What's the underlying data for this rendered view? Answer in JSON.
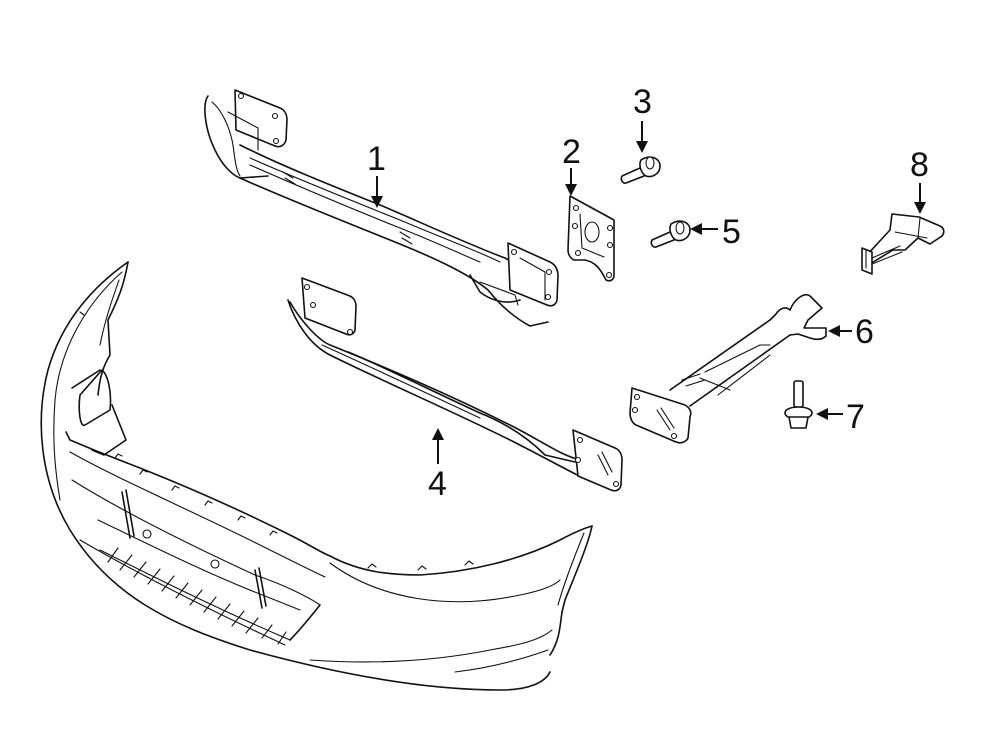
{
  "diagram": {
    "type": "exploded-parts-diagram",
    "line_color": "#111111",
    "background": "#ffffff",
    "callouts": [
      {
        "number": "1",
        "part": "reinforcement-beam"
      },
      {
        "number": "2",
        "part": "mounting-bracket-plate"
      },
      {
        "number": "3",
        "part": "bolt"
      },
      {
        "number": "4",
        "part": "lower-absorber-beam"
      },
      {
        "number": "5",
        "part": "bolt"
      },
      {
        "number": "6",
        "part": "support-bracket"
      },
      {
        "number": "7",
        "part": "flange-bolt"
      },
      {
        "number": "8",
        "part": "clip-bracket"
      }
    ]
  }
}
